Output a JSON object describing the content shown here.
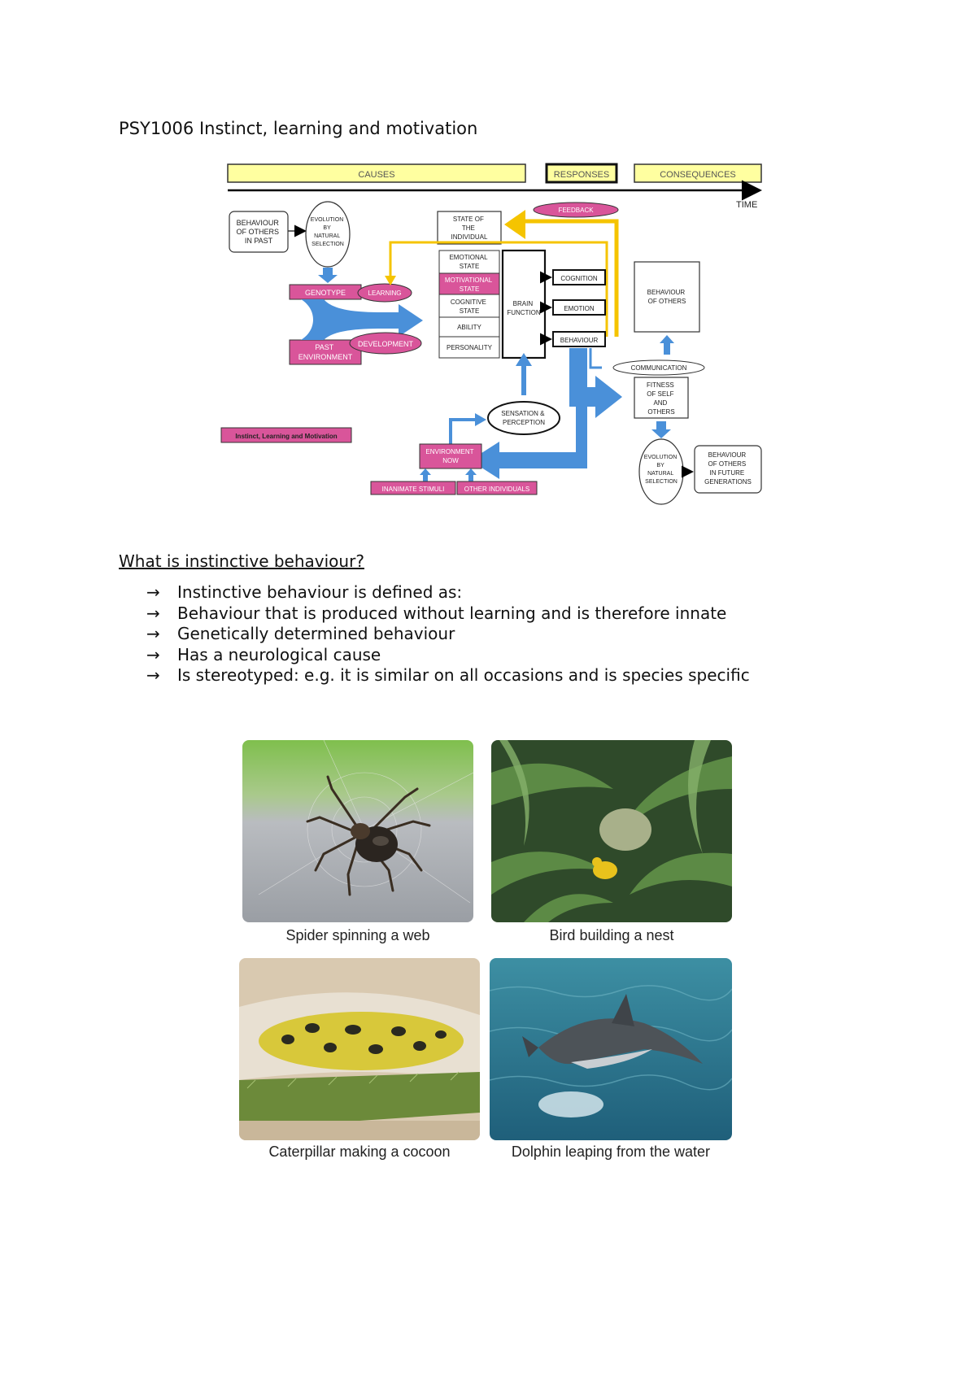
{
  "page": {
    "title": "PSY1006 Instinct, learning and motivation"
  },
  "diagram": {
    "header_causes": "CAUSES",
    "header_responses": "RESPONSES",
    "header_consequences": "CONSEQUENCES",
    "time_label": "TIME",
    "behaviour_others_past": [
      "BEHAVIOUR",
      "OF OTHERS",
      "IN PAST"
    ],
    "evolution_top": [
      "EVOLUTION",
      "BY",
      "NATURAL",
      "SELECTION"
    ],
    "state_of_individual": [
      "STATE OF",
      "THE",
      "INDIVIDUAL"
    ],
    "feedback": "FEEDBACK",
    "genotype": "GENOTYPE",
    "learning": "LEARNING",
    "development": "DEVELOPMENT",
    "past_environment": [
      "PAST",
      "ENVIRONMENT"
    ],
    "state_list": [
      [
        "EMOTIONAL",
        "STATE"
      ],
      [
        "MOTIVATIONAL",
        "STATE"
      ],
      [
        "COGNITIVE",
        "STATE"
      ],
      [
        "ABILITY"
      ],
      [
        "PERSONALITY"
      ]
    ],
    "brain_function": [
      "BRAIN",
      "FUNCTION"
    ],
    "cognition": "COGNITION",
    "emotion": "EMOTION",
    "behaviour": "BEHAVIOUR",
    "behaviour_of_others": [
      "BEHAVIOUR",
      "OF OTHERS"
    ],
    "communication": "COMMUNICATION",
    "fitness": [
      "FITNESS",
      "OF SELF",
      "AND",
      "OTHERS"
    ],
    "sensation": [
      "SENSATION &",
      "PERCEPTION"
    ],
    "legend_label": "Instinct, Learning and Motivation",
    "environment_now": [
      "ENVIRONMENT",
      "NOW"
    ],
    "inanimate_stimuli": "INANIMATE STIMULI",
    "other_individuals": "OTHER INDIVIDUALS",
    "evolution_bottom": [
      "EVOLUTION",
      "BY",
      "NATURAL",
      "SELECTION"
    ],
    "behaviour_future": [
      "BEHAVIOUR",
      "OF OTHERS",
      "IN FUTURE",
      "GENERATIONS"
    ],
    "colors": {
      "yellow": "#FFFFA0",
      "pink": "#D9559A",
      "blue": "#4A90D9",
      "gold": "#F5C400"
    }
  },
  "section": {
    "heading": "What is instinctive behaviour?",
    "arrow_glyph": "→",
    "bullets": [
      "Instinctive behaviour is defined as:",
      "Behaviour that is produced without learning and is therefore innate",
      "Genetically determined behaviour",
      "Has a neurological cause",
      "Is stereotyped: e.g. it is similar on all occasions and is species specific"
    ]
  },
  "photos": {
    "spider": "Spider spinning a web",
    "bird": "Bird building a nest",
    "caterpillar": "Caterpillar making a cocoon",
    "dolphin": "Dolphin leaping from the water"
  }
}
